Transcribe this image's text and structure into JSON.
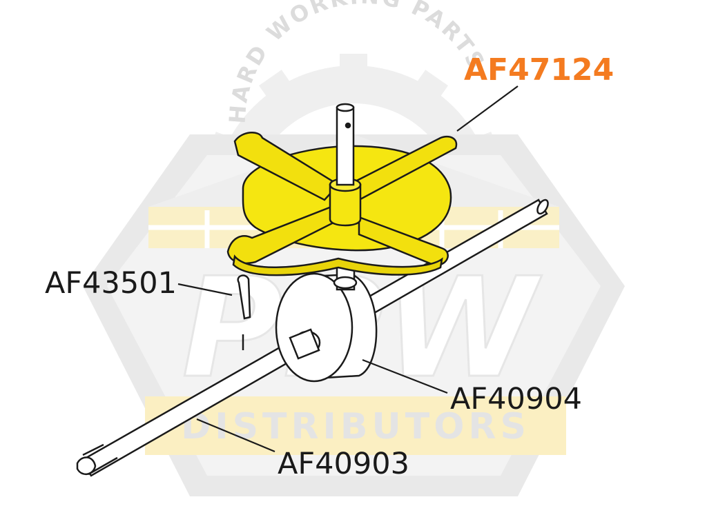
{
  "watermark": {
    "top_text": "HARD WORKING PARTS",
    "logo_text": "PPW",
    "bottom_text": "DISTRIBUTORS",
    "colors": {
      "badge": "#e8e8e8",
      "band": "#fbefc2",
      "logo_letters": "#ffffff"
    }
  },
  "parts": [
    {
      "id": "AF47124",
      "label": "AF47124",
      "highlighted": true
    },
    {
      "id": "AF43501",
      "label": "AF43501",
      "highlighted": false
    },
    {
      "id": "AF40904",
      "label": "AF40904",
      "highlighted": false
    },
    {
      "id": "AF40903",
      "label": "AF40903",
      "highlighted": false
    }
  ],
  "colors": {
    "highlight_fill": "#f5e611",
    "highlight_label": "#f47b20",
    "line": "#1a1a1a"
  }
}
